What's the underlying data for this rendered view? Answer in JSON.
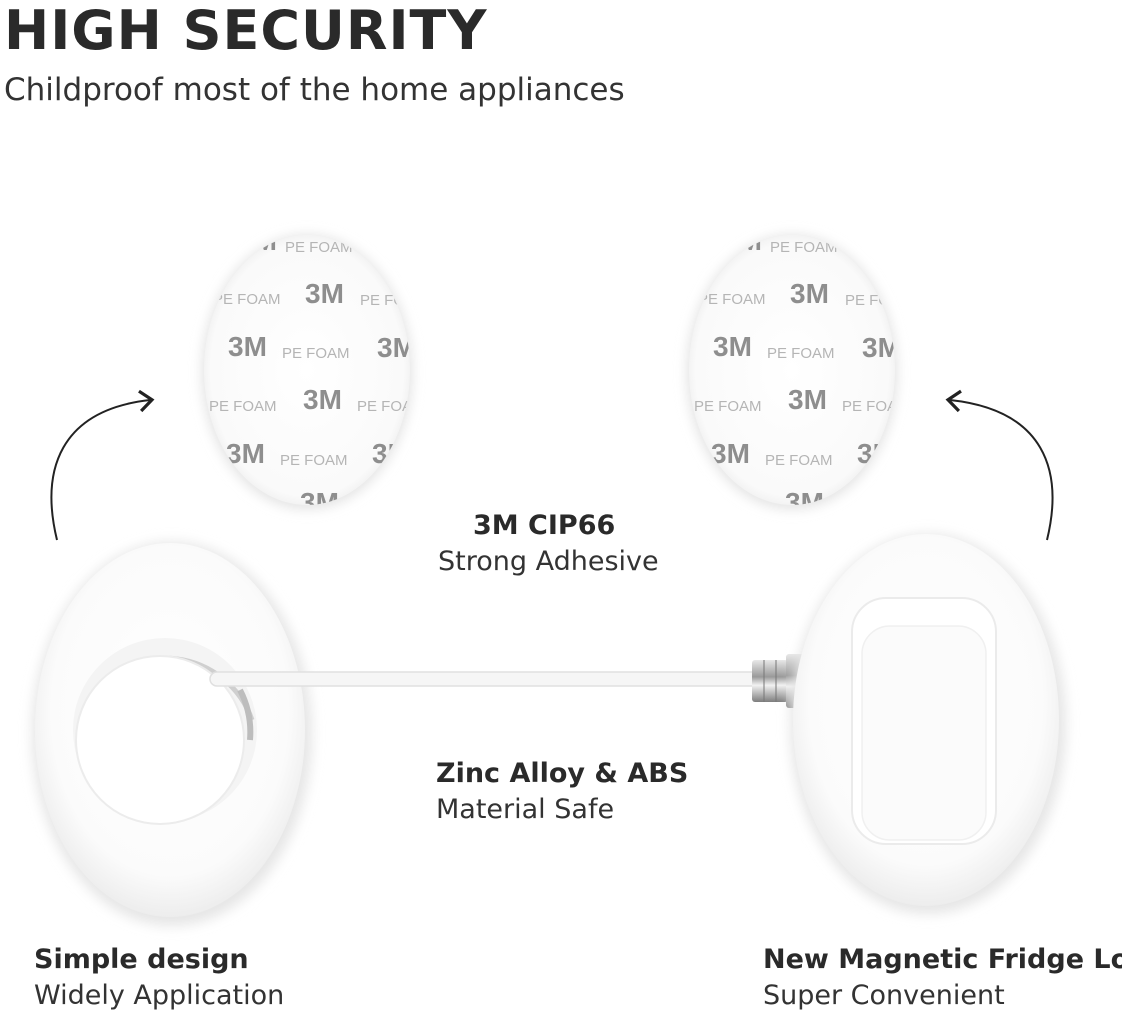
{
  "header": {
    "title": "HIGH SECURITY",
    "subtitle": "Childproof most of the home appliances"
  },
  "captions": {
    "adhesive": {
      "bold": "3M CIP66",
      "normal": "Strong Adhesive"
    },
    "material": {
      "bold": "Zinc Alloy & ABS",
      "normal": "Material Safe"
    },
    "left": {
      "bold": "Simple design",
      "normal": "Widely Application"
    },
    "right": {
      "bold": "New Magnetic Fridge Lock",
      "normal": "Super Convenient"
    }
  },
  "foam_pad": {
    "brand": "3M",
    "label": "PE FOAM"
  },
  "colors": {
    "text": "#2a2a2a",
    "product": "#ffffff",
    "shadow": "#e6e6e6"
  }
}
